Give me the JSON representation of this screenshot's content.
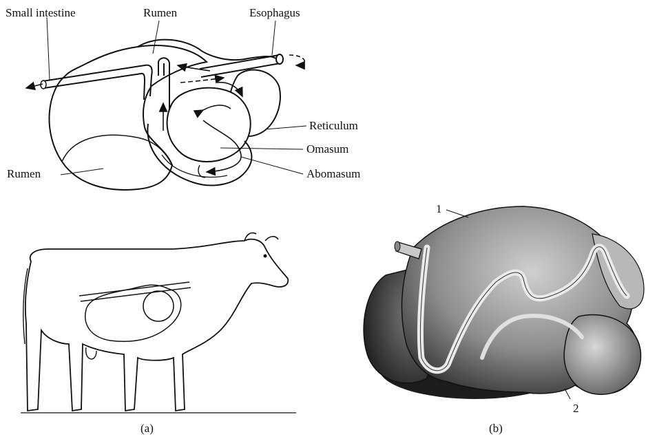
{
  "panel_a": {
    "caption": "(a)",
    "labels": {
      "small_intestine": "Small intestine",
      "rumen_top": "Rumen",
      "esophagus": "Esophagus",
      "reticulum": "Reticulum",
      "omasum": "Omasum",
      "abomasum": "Abomasum",
      "rumen_left": "Rumen"
    }
  },
  "panel_b": {
    "caption": "(b)",
    "labels": {
      "marker_1": "1",
      "marker_2": "2"
    }
  }
}
